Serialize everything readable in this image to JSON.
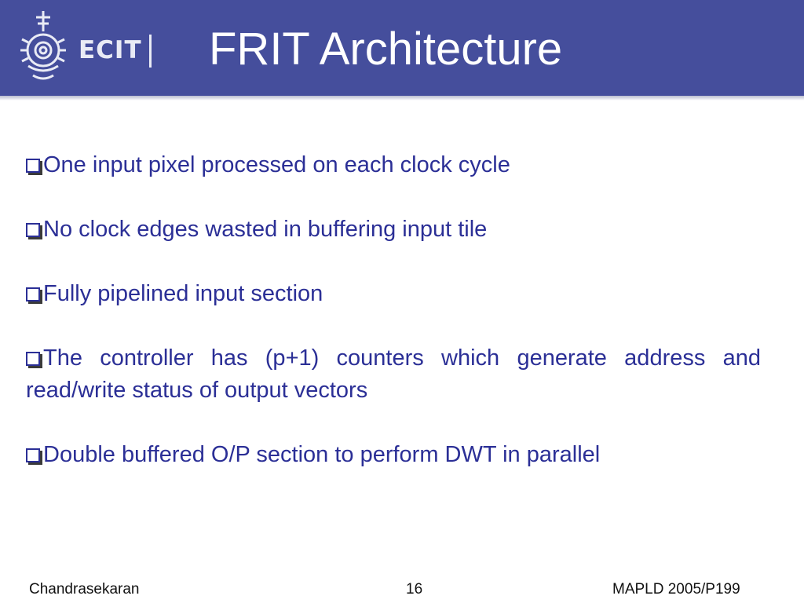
{
  "header": {
    "logo_text": "ECIT",
    "title": "FRIT Architecture",
    "background_color": "#454e9c"
  },
  "bullets": [
    "One input pixel processed on each clock cycle",
    "No clock edges wasted in buffering input tile",
    "Fully pipelined input section",
    "The controller has (p+1) counters which generate address and read/write status of output vectors",
    "Double buffered O/P section to perform DWT in parallel"
  ],
  "bullet_icon": "checkbox-icon",
  "text_color": "#2b2f96",
  "footer": {
    "author": "Chandrasekaran",
    "page_number": "16",
    "conference": "MAPLD 2005/P199"
  }
}
